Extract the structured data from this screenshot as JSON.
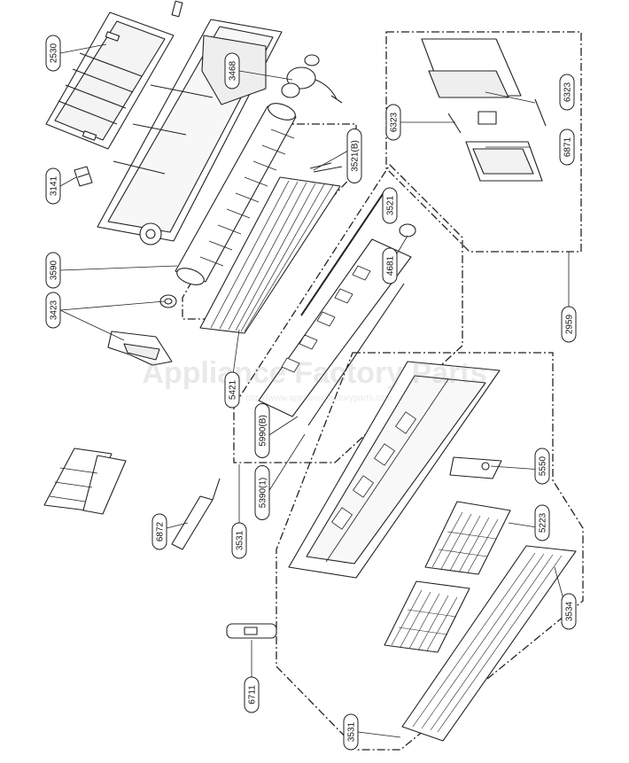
{
  "watermark": {
    "text": "Appliance Factory Parts",
    "subtext": "© http://www.appliancefactoryparts.com"
  },
  "callouts": [
    {
      "id": "c-2530",
      "text": "2530"
    },
    {
      "id": "c-3141",
      "text": "3141"
    },
    {
      "id": "c-3590",
      "text": "3590"
    },
    {
      "id": "c-3423",
      "text": "3423"
    },
    {
      "id": "c-3468",
      "text": "3468"
    },
    {
      "id": "c-3521b",
      "text": "3521(B)"
    },
    {
      "id": "c-5421",
      "text": "5421"
    },
    {
      "id": "c-3521",
      "text": "3521"
    },
    {
      "id": "c-4681",
      "text": "4681"
    },
    {
      "id": "c-5990b",
      "text": "5990(B)"
    },
    {
      "id": "c-5390",
      "text": "5390(1)"
    },
    {
      "id": "c-3531",
      "text": "3531"
    },
    {
      "id": "c-6872",
      "text": "6872"
    },
    {
      "id": "c-6871",
      "text": "6871"
    },
    {
      "id": "c-6323",
      "text": "6323"
    },
    {
      "id": "c-6323b",
      "text": "6323"
    },
    {
      "id": "c-2959",
      "text": "2959"
    },
    {
      "id": "c-5550",
      "text": "5550"
    },
    {
      "id": "c-5223",
      "text": "5223"
    },
    {
      "id": "c-3534",
      "text": "3534"
    },
    {
      "id": "c-3531b",
      "text": "3531"
    },
    {
      "id": "c-6711",
      "text": "6711"
    }
  ]
}
